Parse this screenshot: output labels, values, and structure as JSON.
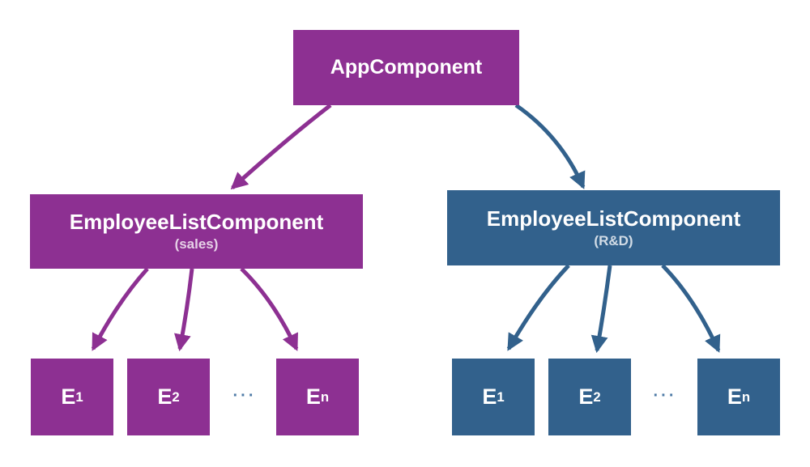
{
  "diagram": {
    "background": "#ffffff",
    "colors": {
      "purple": "#8d3092",
      "blue": "#32618c",
      "label": "#ffffff",
      "sublabel": "rgba(255,255,255,0.78)",
      "ellipsis": "#4e7aa6"
    },
    "root": {
      "label": "AppComponent"
    },
    "branches": [
      {
        "id": "sales",
        "color": "#8d3092",
        "label": "EmployeeListComponent",
        "sublabel": "(sales)",
        "ellipsis": "···",
        "children": [
          {
            "base": "E",
            "sub": "1"
          },
          {
            "base": "E",
            "sub": "2"
          },
          {
            "base": "E",
            "sub": "n"
          }
        ]
      },
      {
        "id": "rnd",
        "color": "#32618c",
        "label": "EmployeeListComponent",
        "sublabel": "(R&D)",
        "ellipsis": "···",
        "children": [
          {
            "base": "E",
            "sub": "1"
          },
          {
            "base": "E",
            "sub": "2"
          },
          {
            "base": "E",
            "sub": "n"
          }
        ]
      }
    ]
  }
}
